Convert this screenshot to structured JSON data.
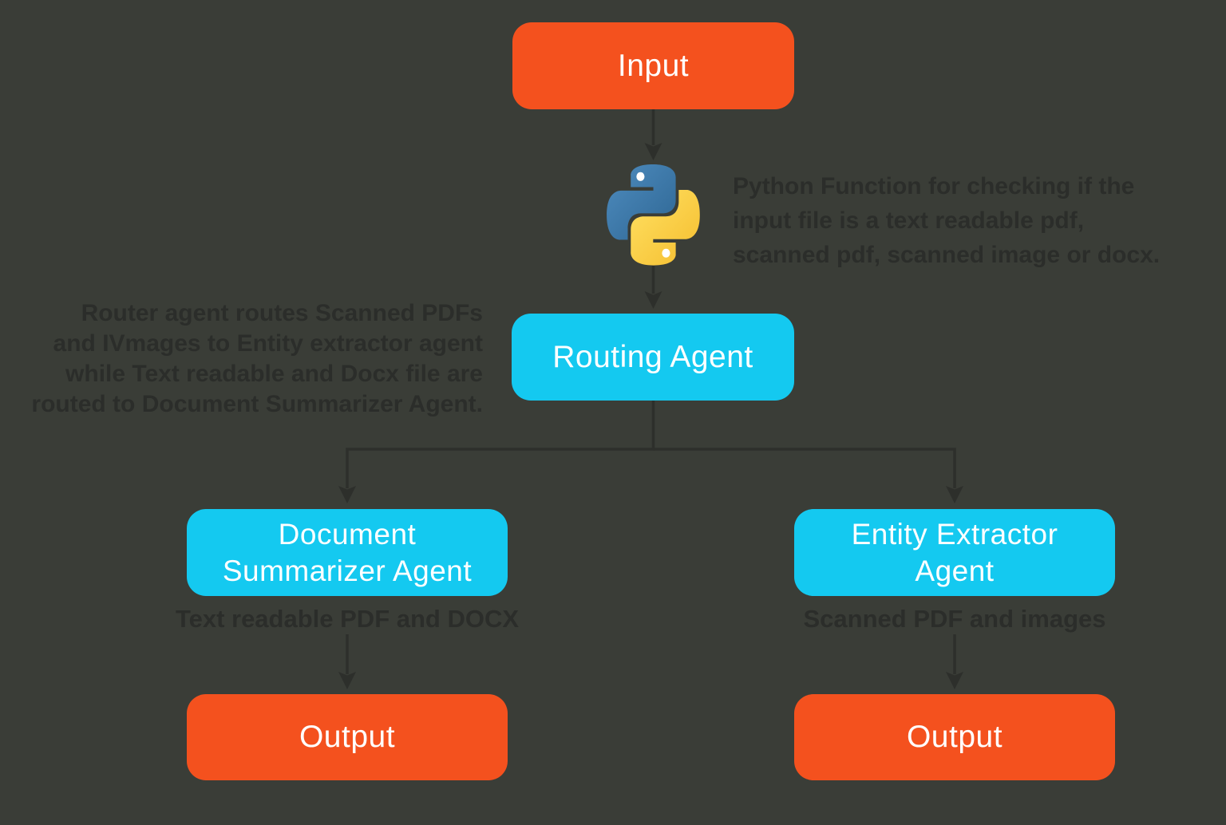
{
  "diagram": {
    "nodes": {
      "input": {
        "label": "Input"
      },
      "python_check": {
        "icon": "python-logo"
      },
      "routing_agent": {
        "label": "Routing Agent"
      },
      "document_summarizer_agent": {
        "label": "Document Summarizer Agent"
      },
      "entity_extractor_agent": {
        "label": "Entity Extractor Agent"
      },
      "output_summarizer": {
        "label": "Output"
      },
      "output_extractor": {
        "label": "Output"
      }
    },
    "annotations": {
      "python_note_lines": [
        "Python Function for checking if the",
        "input file is a text readable pdf,",
        "scanned pdf, scanned image or docx."
      ],
      "router_note_lines": [
        "Router agent routes Scanned PDFs",
        "and IVmages to Entity extractor agent",
        "while Text readable and Docx file are",
        "routed to Document Summarizer Agent."
      ],
      "summarizer_branch_label": "Text readable PDF and DOCX",
      "extractor_branch_label": "Scanned PDF and images"
    },
    "colors": {
      "background": "#3A3D37",
      "io_node": "#F4511E",
      "agent_node": "#14C9F0",
      "node_text": "#FFFFFF",
      "annotation_text": "#2B2D2A",
      "connector": "#2D2F2B",
      "python_blue_light": "#4E8CBF",
      "python_blue_dark": "#2E6693",
      "python_yellow_light": "#FFE163",
      "python_yellow_dark": "#F5BD2E",
      "python_eye": "#FFFFFF"
    }
  }
}
